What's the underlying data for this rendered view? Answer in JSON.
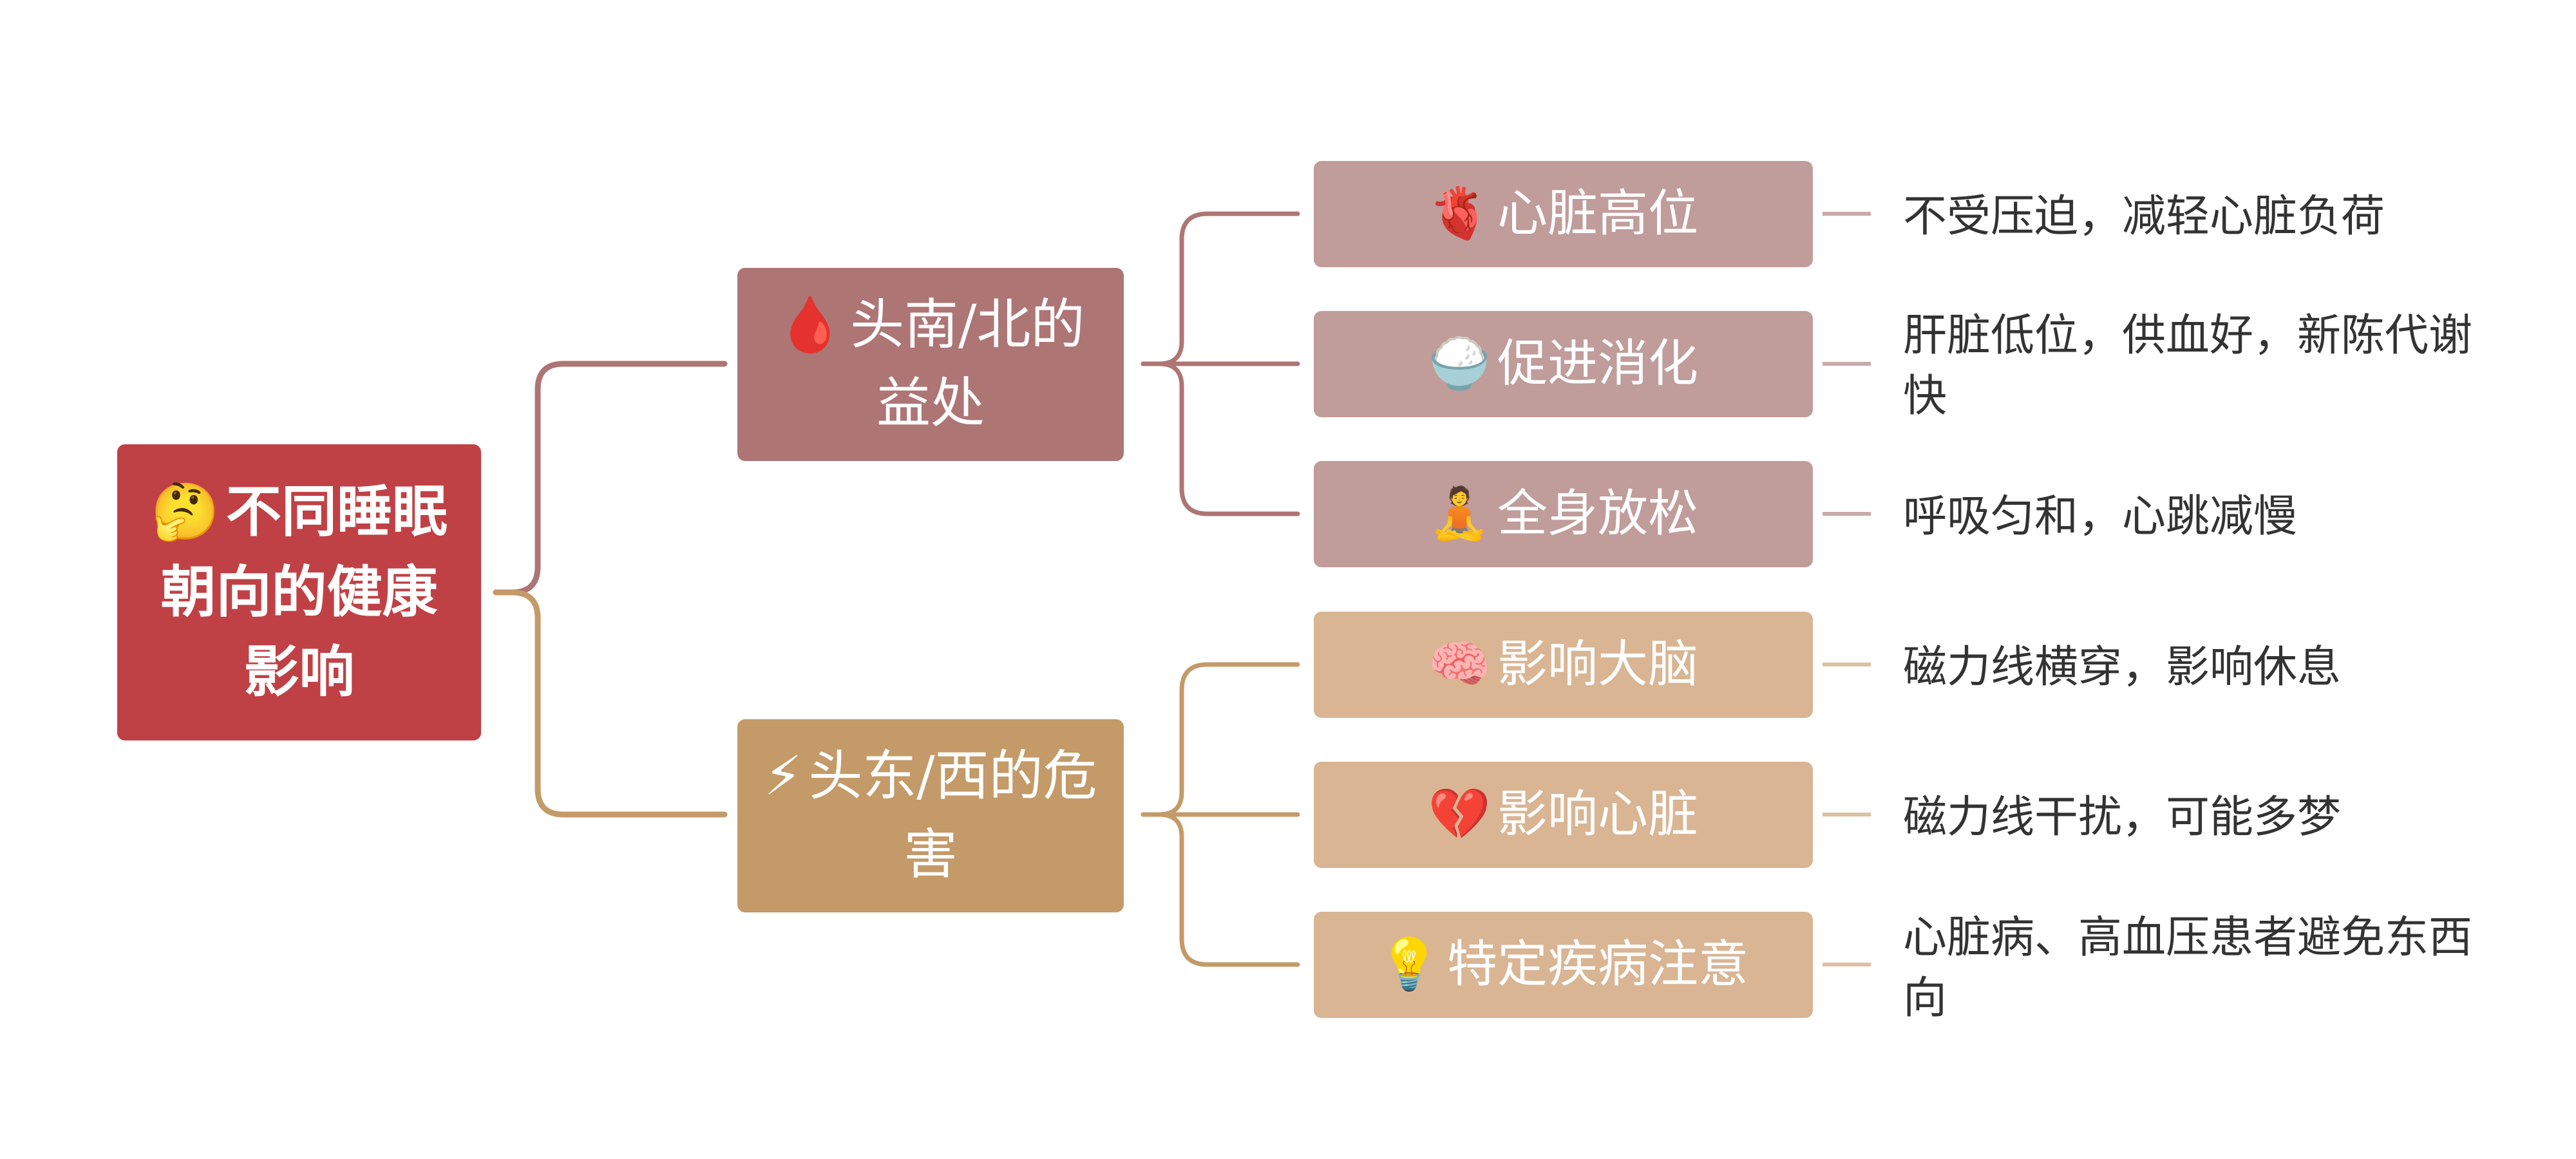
{
  "colors": {
    "root_bg": "#C04145",
    "branch1_bg": "#AE7575",
    "branch1_sub_bg": "#C09C9B",
    "branch1_line": "#AE7575",
    "branch1_sub_line": "#C8AAA9",
    "branch2_bg": "#C49A69",
    "branch2_sub_bg": "#D9B594",
    "branch2_line": "#C49A69",
    "branch2_sub_line": "#DEC0A3"
  },
  "root": {
    "icon": "thinking-face-emoji",
    "emoji": "🤔",
    "label": "不同睡眠朝向的健康影响"
  },
  "branches": [
    {
      "icon": "drop-of-blood-emoji",
      "emoji": "🩸",
      "label": "头南/北的益处",
      "children": [
        {
          "icon": "anatomical-heart-emoji",
          "emoji": "🫀",
          "label": "心脏高位",
          "note": "不受压迫，减轻心脏负荷"
        },
        {
          "icon": "rice-bowl-emoji",
          "emoji": "🍚",
          "label": "促进消化",
          "note": "肝脏低位，供血好，新陈代谢快"
        },
        {
          "icon": "meditation-emoji",
          "emoji": "🧘",
          "label": "全身放松",
          "note": "呼吸匀和，心跳减慢"
        }
      ]
    },
    {
      "icon": "lightning-emoji",
      "emoji": "⚡",
      "label": "头东/西的危害",
      "children": [
        {
          "icon": "brain-emoji",
          "emoji": "🧠",
          "label": "影响大脑",
          "note": "磁力线横穿，影响休息"
        },
        {
          "icon": "broken-heart-emoji",
          "emoji": "💔",
          "label": "影响心脏",
          "note": "磁力线干扰，可能多梦"
        },
        {
          "icon": "light-bulb-emoji",
          "emoji": "💡",
          "label": "特定疾病注意",
          "note": "心脏病、高血压患者避免东西向"
        }
      ]
    }
  ]
}
